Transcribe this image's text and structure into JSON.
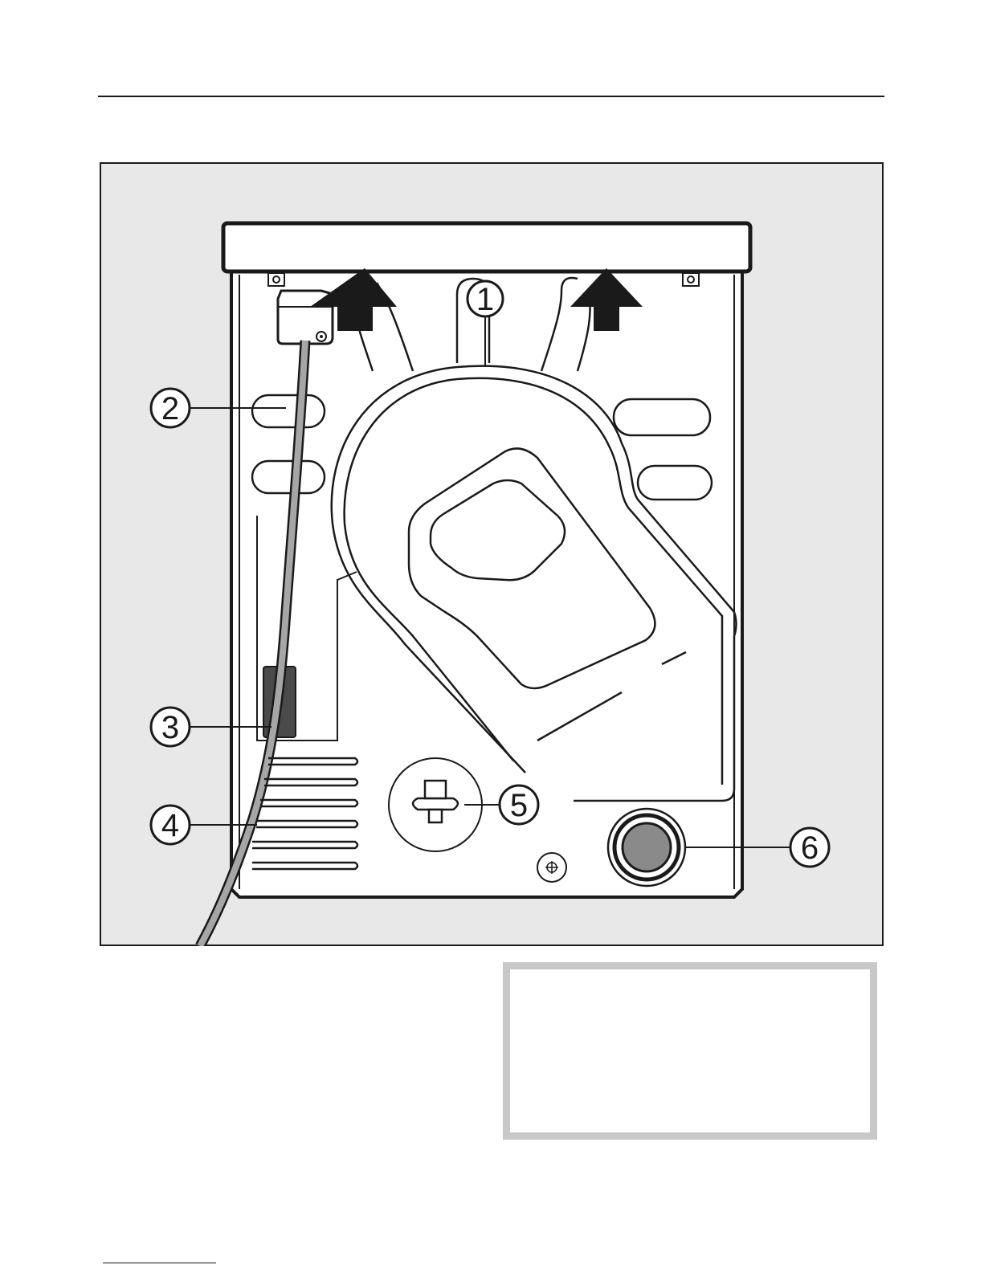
{
  "figure": {
    "callouts": [
      {
        "label": "1",
        "part": "lid-lift-arrows"
      },
      {
        "label": "2",
        "part": "power-cord"
      },
      {
        "label": "3",
        "part": "cord-clip"
      },
      {
        "label": "4",
        "part": "vent-slots"
      },
      {
        "label": "5",
        "part": "drain-connector"
      },
      {
        "label": "6",
        "part": "round-port"
      }
    ]
  },
  "colors": {
    "figure_background": "#e8e8e8",
    "line": "#1a1a1a",
    "cord": "#a6a6a6",
    "port_fill": "#8a8a8a",
    "clip_fill": "#4a4a4a",
    "note_border": "#c8c8c8"
  }
}
